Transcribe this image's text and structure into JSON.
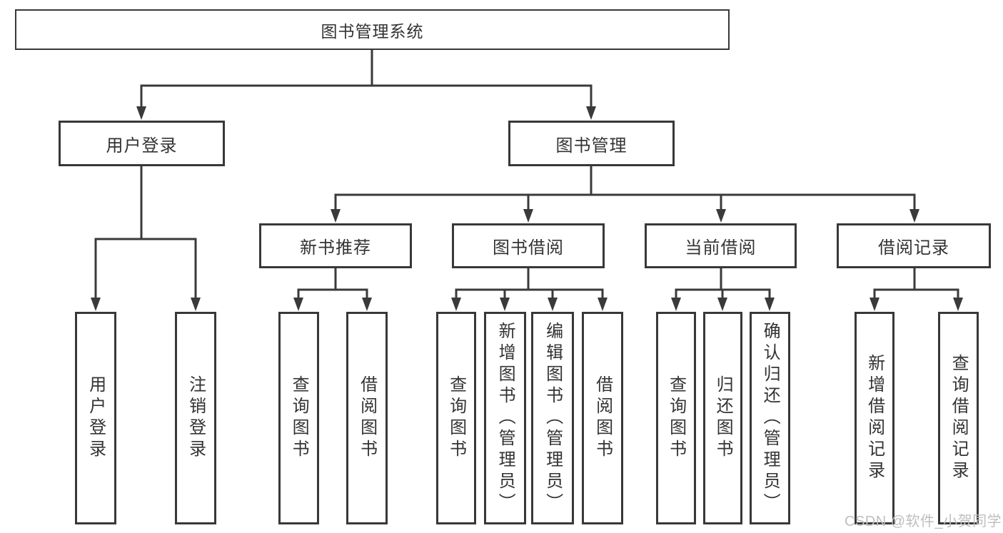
{
  "watermark": "CSDN @软件_小贺同学",
  "colors": {
    "line": "#3a3a3a",
    "box_border": "#383838",
    "text": "#333333",
    "background": "#ffffff",
    "watermark": "#bdbec0"
  },
  "tree": {
    "label": "图书管理系统",
    "children": [
      {
        "label": "用户登录",
        "children": [
          {
            "label": "用户登录"
          },
          {
            "label": "注销登录"
          }
        ]
      },
      {
        "label": "图书管理",
        "children": [
          {
            "label": "新书推荐",
            "children": [
              {
                "label": "查询图书"
              },
              {
                "label": "借阅图书"
              }
            ]
          },
          {
            "label": "图书借阅",
            "children": [
              {
                "label": "查询图书"
              },
              {
                "label": "新增图书（管理员）"
              },
              {
                "label": "编辑图书（管理员）"
              },
              {
                "label": "借阅图书"
              }
            ]
          },
          {
            "label": "当前借阅",
            "children": [
              {
                "label": "查询图书"
              },
              {
                "label": "归还图书"
              },
              {
                "label": "确认归还（管理员）"
              }
            ]
          },
          {
            "label": "借阅记录",
            "children": [
              {
                "label": "新增借阅记录"
              },
              {
                "label": "查询借阅记录"
              }
            ]
          }
        ]
      }
    ]
  }
}
